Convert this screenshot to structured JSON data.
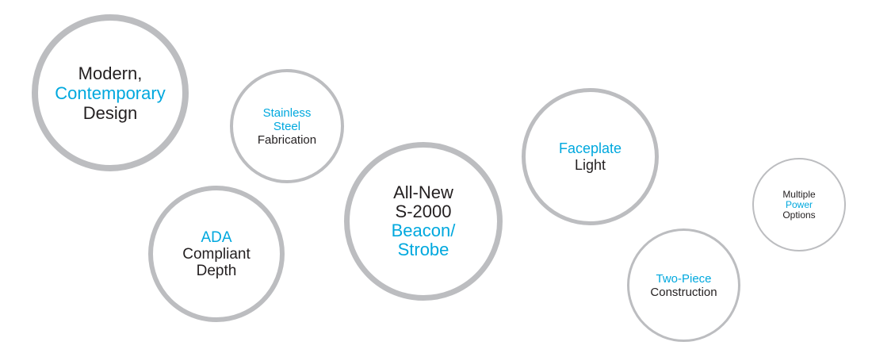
{
  "colors": {
    "accent": "#00a8de",
    "text": "#231f20",
    "ring": "#bcbdc0",
    "background": "#ffffff"
  },
  "bubbles": [
    {
      "lines": [
        {
          "text": "Modern,",
          "accent": false
        },
        {
          "text": "Contemporary",
          "accent": true
        },
        {
          "text": "Design",
          "accent": false
        }
      ]
    },
    {
      "lines": [
        {
          "text": "Stainless",
          "accent": true
        },
        {
          "text": "Steel",
          "accent": true
        },
        {
          "text": "Fabrication",
          "accent": false
        }
      ]
    },
    {
      "lines": [
        {
          "text": "ADA",
          "accent": true
        },
        {
          "text": "Compliant",
          "accent": false
        },
        {
          "text": "Depth",
          "accent": false
        }
      ]
    },
    {
      "lines": [
        {
          "text": "All-New",
          "accent": false
        },
        {
          "text": "S-2000",
          "accent": false
        },
        {
          "text": "Beacon/",
          "accent": true
        },
        {
          "text": "Strobe",
          "accent": true
        }
      ]
    },
    {
      "lines": [
        {
          "text": "Faceplate",
          "accent": true
        },
        {
          "text": "Light",
          "accent": false
        }
      ]
    },
    {
      "lines": [
        {
          "text": "Two-Piece",
          "accent": true
        },
        {
          "text": "Construction",
          "accent": false
        }
      ]
    },
    {
      "lines": [
        {
          "text": "Multiple",
          "accent": false
        },
        {
          "text": "Power",
          "accent": true
        },
        {
          "text": "Options",
          "accent": false
        }
      ]
    }
  ]
}
